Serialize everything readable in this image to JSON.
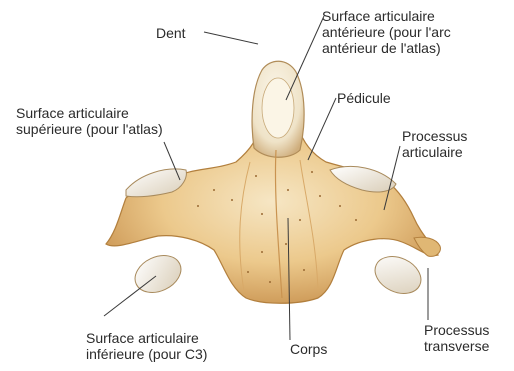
{
  "figure": {
    "colors": {
      "bone_light": "#f4e2bc",
      "bone_mid": "#e7c487",
      "bone_shadow": "#c99350",
      "cartilage": "#f6f1e6",
      "label_text": "#2b2b2b",
      "leader_line": "#3a3a3a"
    },
    "labels": {
      "dent": "Dent",
      "surface_ant": {
        "line1": "Surface articulaire",
        "line2": "antérieure (pour l'arc",
        "line3": "antérieur de l'atlas)"
      },
      "surface_sup": {
        "line1": "Surface articulaire",
        "line2": "supérieure (pour l'atlas)"
      },
      "pedicule": "Pédicule",
      "processus_art": {
        "line1": "Processus",
        "line2": "articulaire"
      },
      "surface_inf": {
        "line1": "Surface articulaire",
        "line2": "inférieure (pour C3)"
      },
      "corps": "Corps",
      "processus_transv": {
        "line1": "Processus",
        "line2": "transverse"
      }
    }
  }
}
